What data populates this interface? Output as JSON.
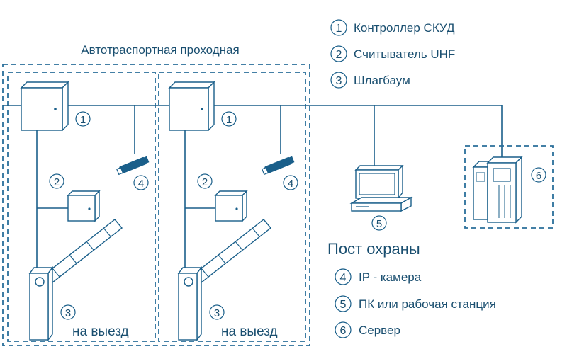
{
  "title": "Автотраспортная проходная",
  "legend_top": [
    {
      "num": "1",
      "text": "Контроллер СКУД"
    },
    {
      "num": "2",
      "text": "Считыватель UHF"
    },
    {
      "num": "3",
      "text": "Шлагбаум"
    }
  ],
  "guard_post": "Пост охраны",
  "legend_bottom": [
    {
      "num": "4",
      "text": "IP - камера"
    },
    {
      "num": "5",
      "text": "ПК или рабочая станция"
    },
    {
      "num": "6",
      "text": "Сервер"
    }
  ],
  "lane_label": "на выезд",
  "markers": {
    "controller": "1",
    "reader": "2",
    "barrier": "3",
    "camera": "4",
    "pc": "5",
    "server": "6"
  },
  "colors": {
    "line": "#1a5f8a",
    "dash": "#2a6f9a",
    "text": "#1a4f70",
    "fill": "#ffffff"
  }
}
